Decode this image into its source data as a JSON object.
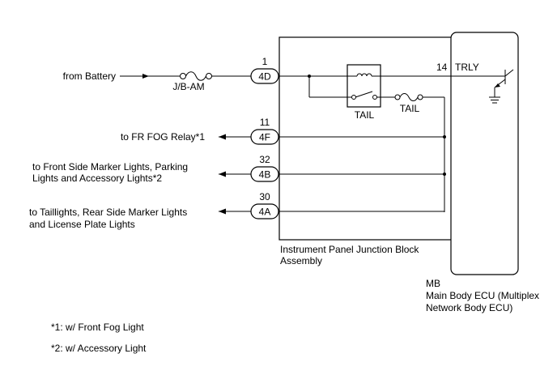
{
  "inputs": {
    "battery": "from Battery",
    "fuse_jb_am": "J/B-AM"
  },
  "outputs": [
    {
      "pin": "11",
      "connector": "4F",
      "label_lines": [
        "to FR FOG Relay*1"
      ]
    },
    {
      "pin": "32",
      "connector": "4B",
      "label_lines": [
        "to Front Side Marker Lights, Parking",
        "Lights and Accessory Lights*2"
      ]
    },
    {
      "pin": "30",
      "connector": "4A",
      "label_lines": [
        "to Taillights, Rear Side Marker Lights",
        "and License Plate Lights"
      ]
    }
  ],
  "input_pin": {
    "pin": "1",
    "connector": "4D"
  },
  "relay": {
    "label": "TAIL"
  },
  "fuse_tail": {
    "label": "TAIL"
  },
  "trly": {
    "pin": "14",
    "label": "TRLY"
  },
  "junction_block": {
    "label_lines": [
      "Instrument Panel Junction Block",
      "Assembly"
    ]
  },
  "ecu": {
    "label_lines": [
      "MB",
      "Main Body ECU (Multiplex",
      "Network Body ECU)"
    ]
  },
  "footnotes": [
    "*1: w/ Front Fog Light",
    "*2: w/ Accessory Light"
  ]
}
